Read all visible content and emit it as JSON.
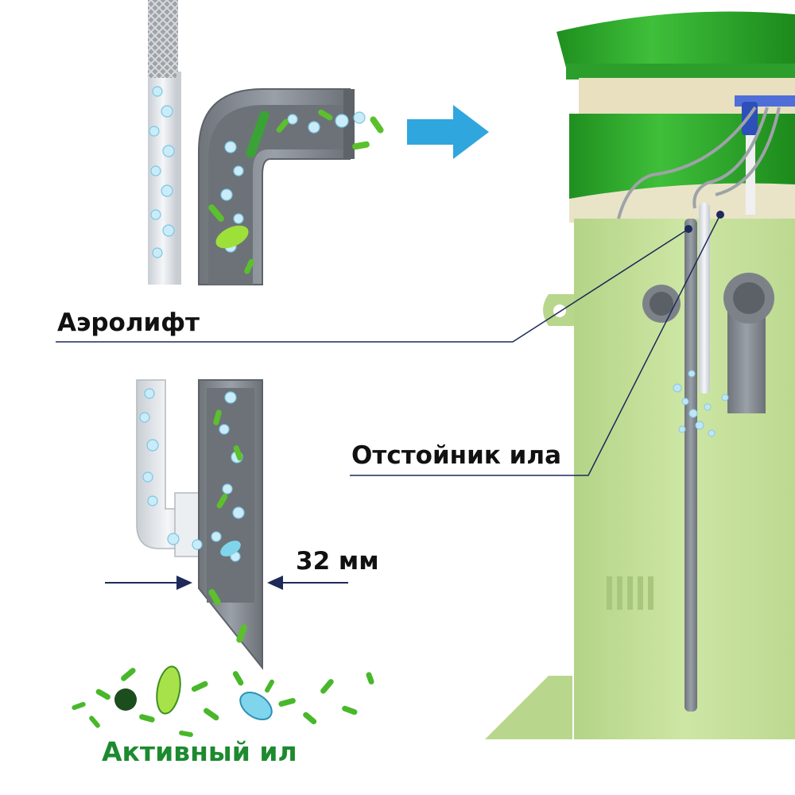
{
  "labels": {
    "airlift": "Аэролифт",
    "sludge_settler": "Отстойник ила",
    "diameter": "32 мм",
    "active_sludge": "Активный ил"
  },
  "colors": {
    "tank_body": "#c6e19b",
    "tank_lid": "#2aa52a",
    "pipe_gray": "#8a8f96",
    "pipe_white": "#e9ecef",
    "bacteria_green": "#5cc02c",
    "bubble_blue": "#9fd9ef",
    "arrow_blue": "#2fa6dd",
    "leader_line": "#1d2a5a",
    "active_sludge_text": "#1d8a2f"
  }
}
